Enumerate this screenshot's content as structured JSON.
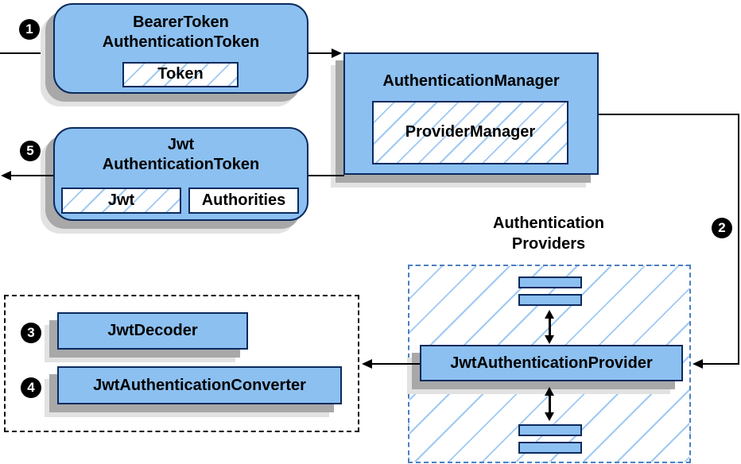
{
  "colors": {
    "node_fill": "#8cc0f0",
    "node_border": "#0a2a5e",
    "hatch_line": "#9fc9f3",
    "dashed_blue_border": "#4c7fc0",
    "dashed_black_border": "#000000",
    "shadow_dark": "#a8a8a8",
    "shadow_light": "#e2e2e2",
    "arrow": "#000000",
    "badge_bg": "#000000",
    "badge_text": "#ffffff"
  },
  "badges": {
    "one": "1",
    "two": "2",
    "three": "3",
    "four": "4",
    "five": "5"
  },
  "bearer_token_node": {
    "title_line1": "BearerToken",
    "title_line2": "AuthenticationToken",
    "chip": "Token"
  },
  "authentication_manager_node": {
    "title": "AuthenticationManager",
    "inner_chip": "ProviderManager"
  },
  "jwt_token_node": {
    "title_line1": "Jwt",
    "title_line2": "AuthenticationToken",
    "chip_jwt": "Jwt",
    "chip_authorities": "Authorities"
  },
  "providers_group": {
    "label_line1": "Authentication",
    "label_line2": "Providers",
    "provider_label": "JwtAuthenticationProvider"
  },
  "converter_group": {
    "decoder_label": "JwtDecoder",
    "converter_label": "JwtAuthenticationConverter"
  }
}
